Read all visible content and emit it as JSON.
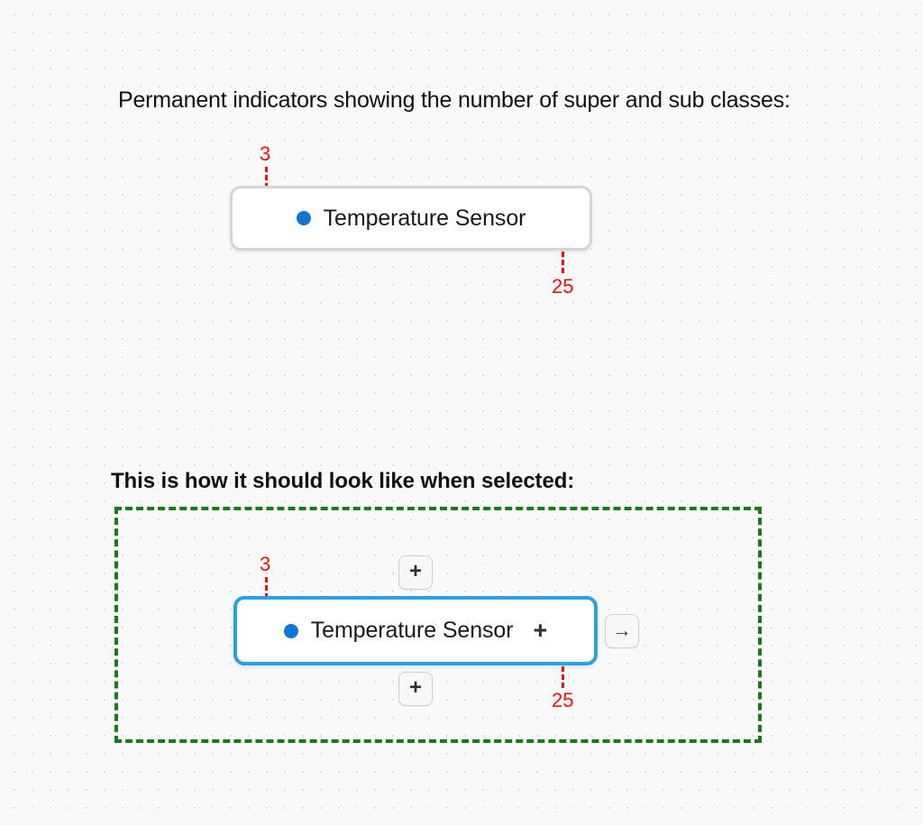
{
  "page": {
    "background": "#f9f9f9",
    "grid_dot_color": "#e2e0e0"
  },
  "captions": {
    "first": "Permanent indicators showing the number of super and sub classes:",
    "second": "This is how it should look like when selected:"
  },
  "colors": {
    "accent_blue": "#27a3e0",
    "status_dot_blue": "#1275d6",
    "indicator_red": "#ee1111",
    "selection_green": "#167c16",
    "node_border_gray": "#d6d4d4"
  },
  "examples": {
    "unselected": {
      "node_label": "Temperature Sensor",
      "status_dot": "status-dot-blue",
      "superclass_count": "3",
      "subclass_count": "25"
    },
    "selected": {
      "node_label": "Temperature Sensor",
      "status_dot": "status-dot-blue",
      "superclass_count": "3",
      "subclass_count": "25",
      "inline_add_label": "+",
      "buttons": {
        "add_above": "+",
        "add_below": "+",
        "go_right": "→"
      }
    }
  }
}
